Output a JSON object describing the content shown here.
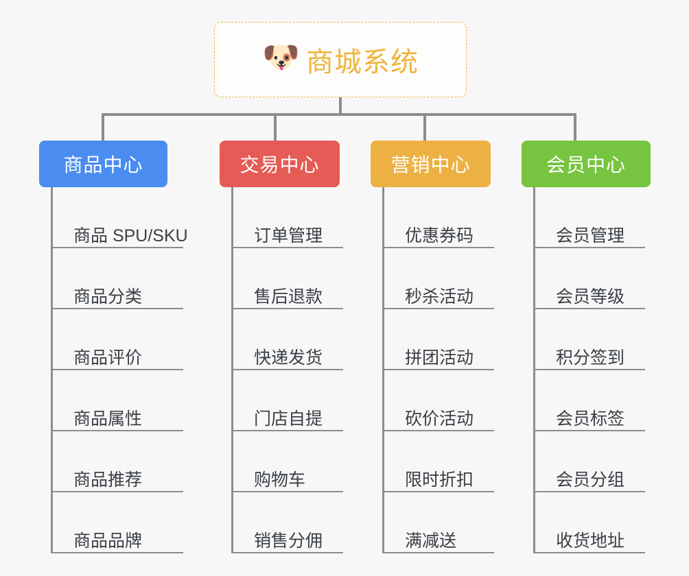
{
  "diagram": {
    "title": "商城系统",
    "type": "mindmap",
    "background_color": "#f7f7f7",
    "root": {
      "label": "商城系统",
      "icon": "shiba-dog-face-icon",
      "icon_glyph": "🐶",
      "text_color": "#efb53f",
      "border_color": "#e8b84b",
      "border_style": "dashed",
      "fill_color": "#fdfdfc"
    },
    "connector_color": "#8c8c8c",
    "branches": [
      {
        "label": "商品中心",
        "color": "#4a8cf0",
        "text_color": "#ffffff",
        "items": [
          "商品 SPU/SKU",
          "商品分类",
          "商品评价",
          "商品属性",
          "商品推荐",
          "商品品牌"
        ]
      },
      {
        "label": "交易中心",
        "color": "#e55b55",
        "text_color": "#ffffff",
        "items": [
          "订单管理",
          "售后退款",
          "快递发货",
          "门店自提",
          "购物车",
          "销售分佣"
        ]
      },
      {
        "label": "营销中心",
        "color": "#edb143",
        "text_color": "#ffffff",
        "items": [
          "优惠券码",
          "秒杀活动",
          "拼团活动",
          "砍价活动",
          "限时折扣",
          "满减送"
        ]
      },
      {
        "label": "会员中心",
        "color": "#76c43f",
        "text_color": "#ffffff",
        "items": [
          "会员管理",
          "会员等级",
          "积分签到",
          "会员标签",
          "会员分组",
          "收货地址"
        ]
      }
    ]
  }
}
